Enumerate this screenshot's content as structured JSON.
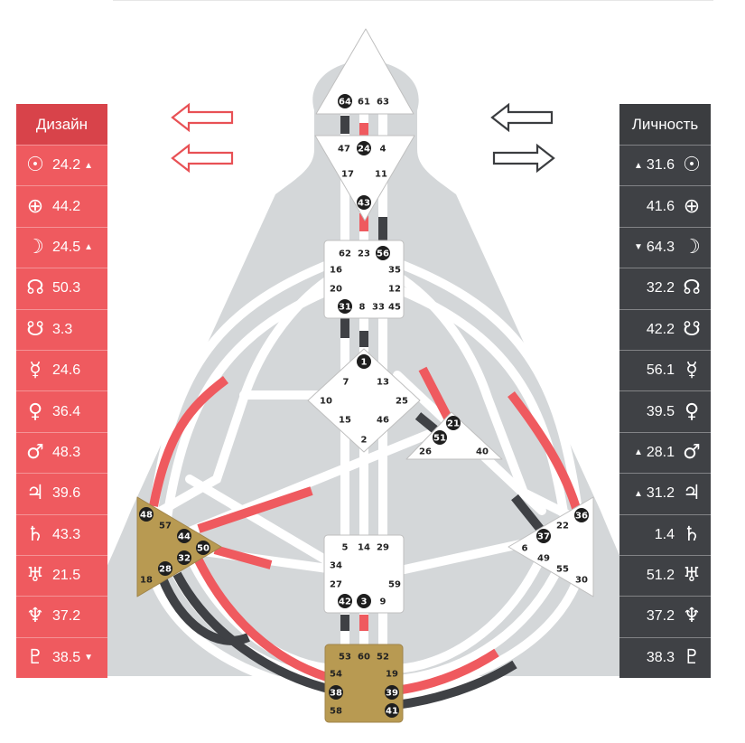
{
  "panels": {
    "design": {
      "title": "Дизайн",
      "color": "#ef5a5f",
      "rows": [
        {
          "icon": "sun-icon",
          "glyph": "☉",
          "value": "24.2",
          "mark": "▲"
        },
        {
          "icon": "earth-icon",
          "glyph": "⊕",
          "value": "44.2",
          "mark": ""
        },
        {
          "icon": "moon-icon",
          "glyph": "☽",
          "value": "24.5",
          "mark": "▲"
        },
        {
          "icon": "north-node-icon",
          "glyph": "☊",
          "value": "50.3",
          "mark": ""
        },
        {
          "icon": "south-node-icon",
          "glyph": "☋",
          "value": "3.3",
          "mark": ""
        },
        {
          "icon": "mercury-icon",
          "glyph": "☿",
          "value": "24.6",
          "mark": ""
        },
        {
          "icon": "venus-icon",
          "glyph": "♀",
          "value": "36.4",
          "mark": ""
        },
        {
          "icon": "mars-icon",
          "glyph": "♂",
          "value": "48.3",
          "mark": ""
        },
        {
          "icon": "jupiter-icon",
          "glyph": "♃",
          "value": "39.6",
          "mark": ""
        },
        {
          "icon": "saturn-icon",
          "glyph": "♄",
          "value": "43.3",
          "mark": ""
        },
        {
          "icon": "uranus-icon",
          "glyph": "♅",
          "value": "21.5",
          "mark": ""
        },
        {
          "icon": "neptune-icon",
          "glyph": "♆",
          "value": "37.2",
          "mark": ""
        },
        {
          "icon": "pluto-icon",
          "glyph": "♇",
          "value": "38.5",
          "mark": "▼"
        }
      ]
    },
    "personality": {
      "title": "Личность",
      "color": "#3f4145",
      "rows": [
        {
          "icon": "sun-icon",
          "glyph": "☉",
          "value": "31.6",
          "mark": "▲"
        },
        {
          "icon": "earth-icon",
          "glyph": "⊕",
          "value": "41.6",
          "mark": ""
        },
        {
          "icon": "moon-icon",
          "glyph": "☽",
          "value": "64.3",
          "mark": "▼"
        },
        {
          "icon": "north-node-icon",
          "glyph": "☊",
          "value": "32.2",
          "mark": ""
        },
        {
          "icon": "south-node-icon",
          "glyph": "☋",
          "value": "42.2",
          "mark": ""
        },
        {
          "icon": "mercury-icon",
          "glyph": "☿",
          "value": "56.1",
          "mark": ""
        },
        {
          "icon": "venus-icon",
          "glyph": "♀",
          "value": "39.5",
          "mark": ""
        },
        {
          "icon": "mars-icon",
          "glyph": "♂",
          "value": "28.1",
          "mark": "▲"
        },
        {
          "icon": "jupiter-icon",
          "glyph": "♃",
          "value": "31.2",
          "mark": "▲"
        },
        {
          "icon": "saturn-icon",
          "glyph": "♄",
          "value": "1.4",
          "mark": ""
        },
        {
          "icon": "uranus-icon",
          "glyph": "♅",
          "value": "51.2",
          "mark": ""
        },
        {
          "icon": "neptune-icon",
          "glyph": "♆",
          "value": "37.2",
          "mark": ""
        },
        {
          "icon": "pluto-icon",
          "glyph": "♇",
          "value": "38.3",
          "mark": ""
        }
      ]
    }
  },
  "arrows": [
    {
      "name": "design-top-arrow",
      "direction": "left",
      "color": "#e85155"
    },
    {
      "name": "design-bottom-arrow",
      "direction": "left",
      "color": "#e85155"
    },
    {
      "name": "personality-top-arrow",
      "direction": "left",
      "color": "#3b3d40"
    },
    {
      "name": "personality-bottom-arrow",
      "direction": "right",
      "color": "#3b3d40"
    }
  ],
  "colors": {
    "design": "#ef5a5f",
    "personality": "#3f4145",
    "defined_center": "#b89a52",
    "body": "#d4d7d9"
  },
  "centers": [
    {
      "name": "head-center",
      "defined": false,
      "gates": [
        "64",
        "61",
        "63"
      ],
      "active": [
        "64"
      ]
    },
    {
      "name": "ajna-center",
      "defined": false,
      "gates": [
        "47",
        "24",
        "4",
        "17",
        "11",
        "43"
      ],
      "active": [
        "24",
        "43"
      ]
    },
    {
      "name": "throat-center",
      "defined": false,
      "gates": [
        "62",
        "23",
        "56",
        "16",
        "35",
        "20",
        "12",
        "31",
        "8",
        "33",
        "45"
      ],
      "active": [
        "56",
        "31"
      ]
    },
    {
      "name": "g-center",
      "defined": false,
      "gates": [
        "1",
        "7",
        "13",
        "10",
        "25",
        "15",
        "46",
        "2"
      ],
      "active": [
        "1"
      ]
    },
    {
      "name": "ego-center",
      "defined": false,
      "gates": [
        "21",
        "51",
        "26",
        "40"
      ],
      "active": [
        "21",
        "51"
      ]
    },
    {
      "name": "sacral-center",
      "defined": false,
      "gates": [
        "5",
        "14",
        "29",
        "34",
        "27",
        "59",
        "42",
        "3",
        "9"
      ],
      "active": [
        "42",
        "3"
      ]
    },
    {
      "name": "spleen-center",
      "defined": true,
      "gates": [
        "48",
        "57",
        "44",
        "50",
        "32",
        "28",
        "18"
      ],
      "active": [
        "48",
        "44",
        "50",
        "32",
        "28"
      ]
    },
    {
      "name": "solar-plexus-center",
      "defined": false,
      "gates": [
        "36",
        "22",
        "37",
        "6",
        "49",
        "55",
        "30"
      ],
      "active": [
        "36",
        "37"
      ]
    },
    {
      "name": "root-center",
      "defined": true,
      "gates": [
        "53",
        "60",
        "52",
        "54",
        "19",
        "38",
        "39",
        "58",
        "41"
      ],
      "active": [
        "38",
        "39",
        "41"
      ]
    }
  ]
}
